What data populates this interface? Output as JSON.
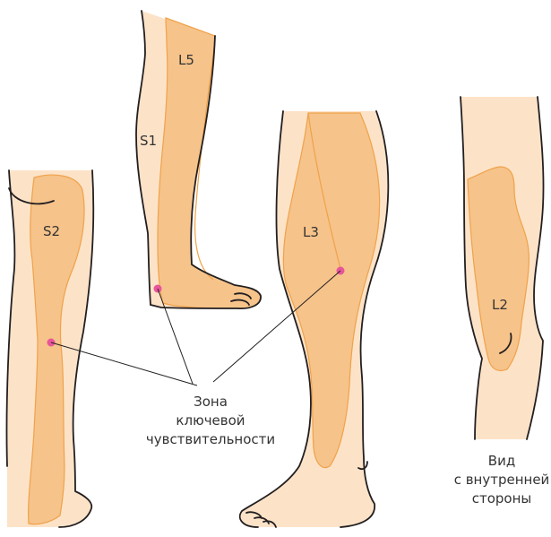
{
  "colors": {
    "skin": "#FCE3C8",
    "dermatome": "#F6C38A",
    "dermatome_outline": "#F0A24A",
    "outline": "#231F20",
    "key_point": "#E8559A",
    "text": "#333333"
  },
  "labels": {
    "s2": "S2",
    "s1": "S1",
    "l5": "L5",
    "l3": "L3",
    "l2": "L2"
  },
  "caption": {
    "line1": "Зона",
    "line2": "ключевой",
    "line3": "чувствительности"
  },
  "inner_view": {
    "line1": "Вид",
    "line2": "с внутренней",
    "line3": "стороны"
  }
}
